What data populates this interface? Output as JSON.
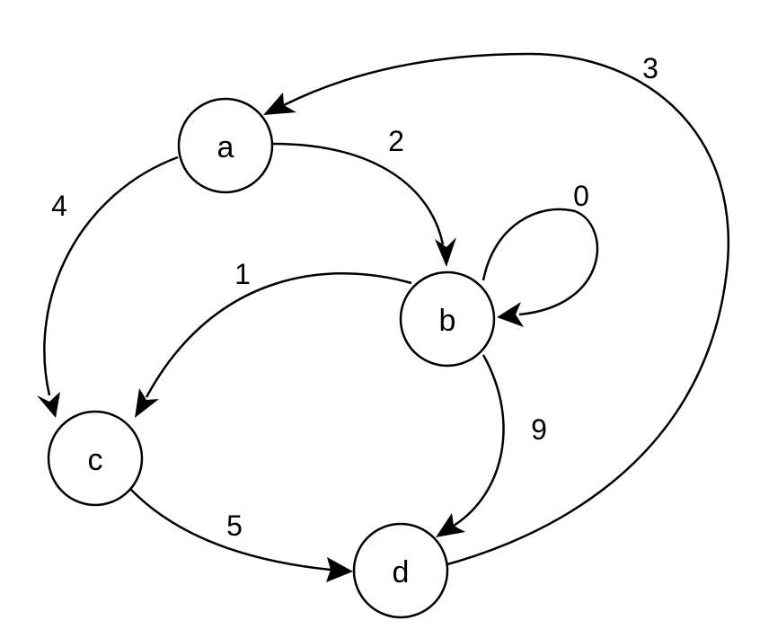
{
  "diagram": {
    "type": "directed-graph",
    "nodes": [
      {
        "id": "a",
        "label": "a"
      },
      {
        "id": "b",
        "label": "b"
      },
      {
        "id": "c",
        "label": "c"
      },
      {
        "id": "d",
        "label": "d"
      }
    ],
    "edges": [
      {
        "from": "a",
        "to": "b",
        "weight": "2"
      },
      {
        "from": "a",
        "to": "c",
        "weight": "4"
      },
      {
        "from": "b",
        "to": "b",
        "weight": "0"
      },
      {
        "from": "b",
        "to": "c",
        "weight": "1"
      },
      {
        "from": "b",
        "to": "d",
        "weight": "9"
      },
      {
        "from": "c",
        "to": "d",
        "weight": "5"
      },
      {
        "from": "d",
        "to": "a",
        "weight": "3"
      }
    ]
  }
}
